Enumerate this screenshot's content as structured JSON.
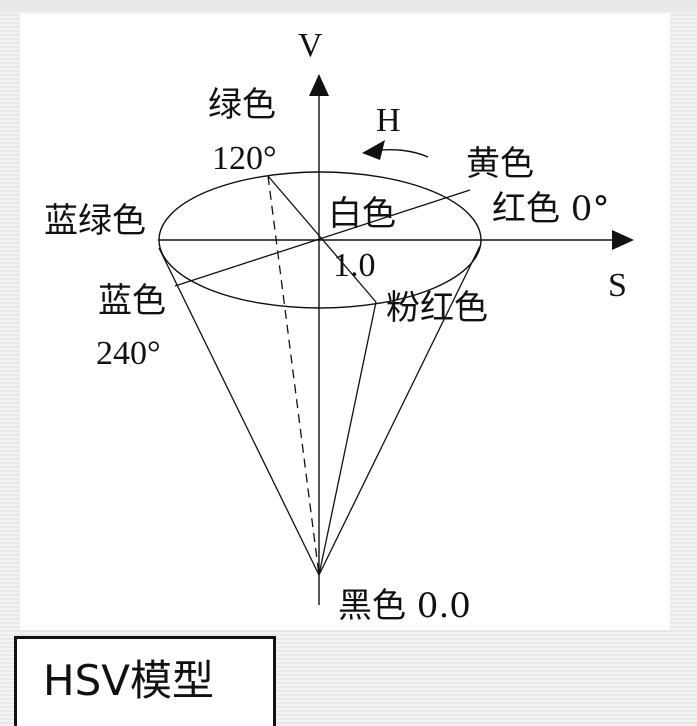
{
  "diagram": {
    "axis_v": "V",
    "axis_s": "S",
    "hue_label": "H",
    "green_label": "绿色",
    "green_angle": "120°",
    "yellow_label": "黄色",
    "red_label": "红色 0°",
    "cyan_label": "蓝绿色",
    "white_label": "白色",
    "white_value": "1.0",
    "blue_label": "蓝色",
    "blue_angle": "240°",
    "magenta_label": "粉红色",
    "black_label": "黑色 0.0"
  },
  "caption": {
    "title": "HSV模型"
  }
}
